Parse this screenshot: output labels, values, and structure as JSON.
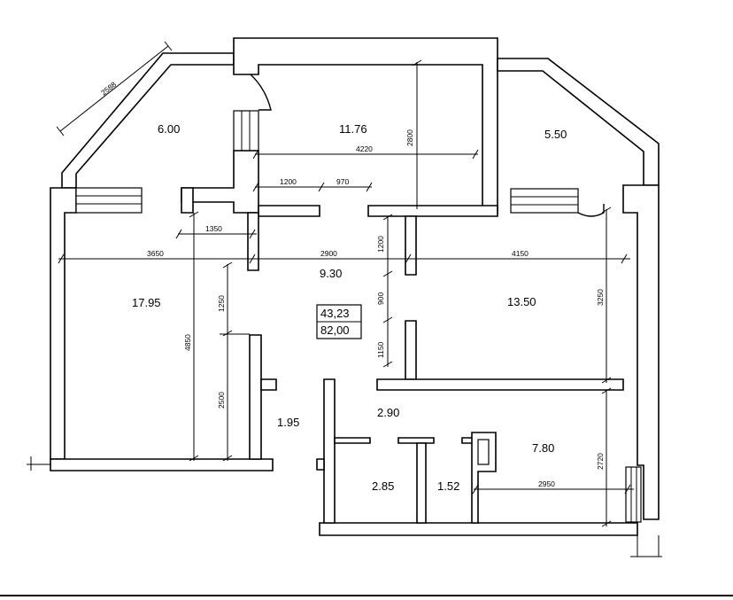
{
  "rooms": [
    {
      "label": "6.00"
    },
    {
      "label": "11.76"
    },
    {
      "label": "5.50"
    },
    {
      "label": "9.30"
    },
    {
      "label": "17.95"
    },
    {
      "label": "13.50"
    },
    {
      "label": "1.95"
    },
    {
      "label": "2.90"
    },
    {
      "label": "7.80"
    },
    {
      "label": "2.85"
    },
    {
      "label": "1.52"
    }
  ],
  "totals": {
    "living": "43,23",
    "total": "82,00"
  },
  "dimensions": {
    "d2588": "2588",
    "d4220": "4220",
    "d2800": "2800",
    "d1200a": "1200",
    "d970": "970",
    "d1350": "1350",
    "d3650": "3650",
    "d2900": "2900",
    "d1200b": "1200",
    "d4150": "4150",
    "d1250": "1250",
    "d900": "900",
    "d3250": "3250",
    "d4850": "4850",
    "d1150": "1150",
    "d2500": "2500",
    "d2720": "2720",
    "d2950": "2950"
  }
}
